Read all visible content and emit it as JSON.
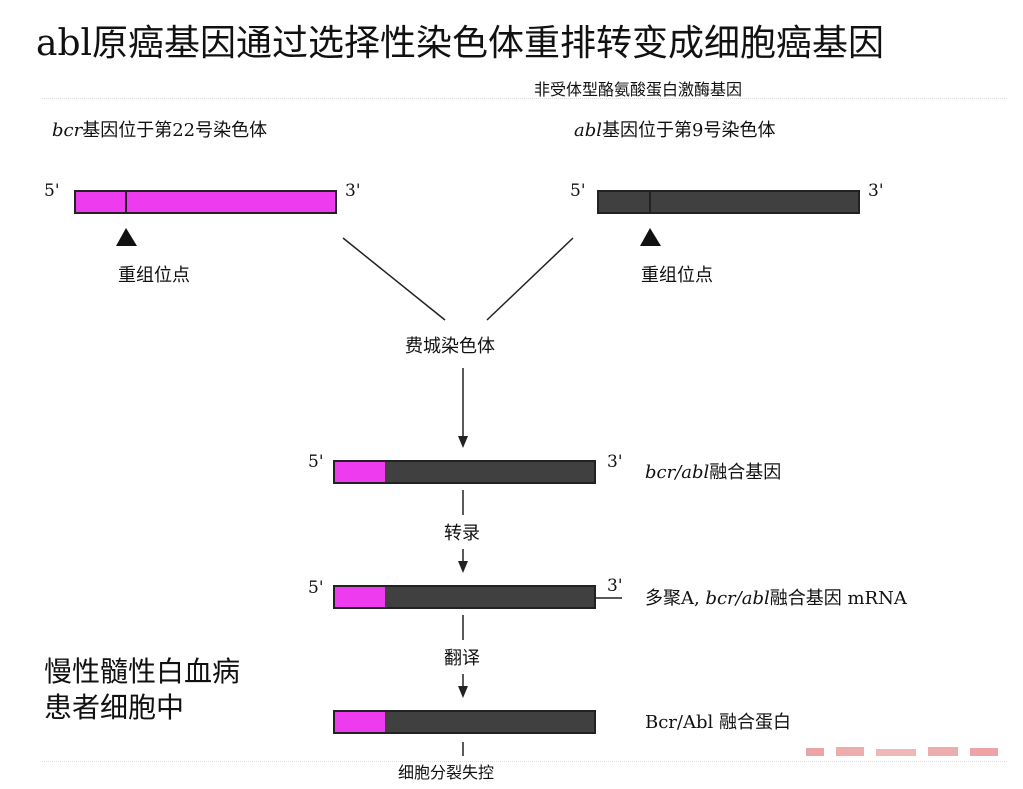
{
  "title": "abl原癌基因通过选择性染色体重排转变成细胞癌基因",
  "subnote": "非受体型酪氨酸蛋白激酶基因",
  "left_gene": {
    "name_italic": "bcr",
    "label_rest": "基因位于第22号染色体",
    "five": "5'",
    "three": "3'",
    "site": "重组位点"
  },
  "right_gene": {
    "name_italic": "abl",
    "label_rest": "基因位于第9号染色体",
    "five": "5'",
    "three": "3'",
    "site": "重组位点"
  },
  "chromosome": "费城染色体",
  "fusion_gene": {
    "five": "5'",
    "three": "3'",
    "label_italic": "bcr/abl",
    "label_rest": "融合基因"
  },
  "step_transcription": "转录",
  "mrna": {
    "five": "5'",
    "three": "3'",
    "label_prefix": "多聚A, ",
    "label_italic": "bcr/abl",
    "label_rest": "融合基因 mRNA"
  },
  "step_translation": "翻译",
  "protein": {
    "label": "Bcr/Abl 融合蛋白"
  },
  "patient_note": [
    "慢性髓性白血病",
    "患者细胞中"
  ],
  "bottom_note": "细胞分裂失控",
  "colors": {
    "bcr": "#ef3bef",
    "abl": "#404040"
  }
}
